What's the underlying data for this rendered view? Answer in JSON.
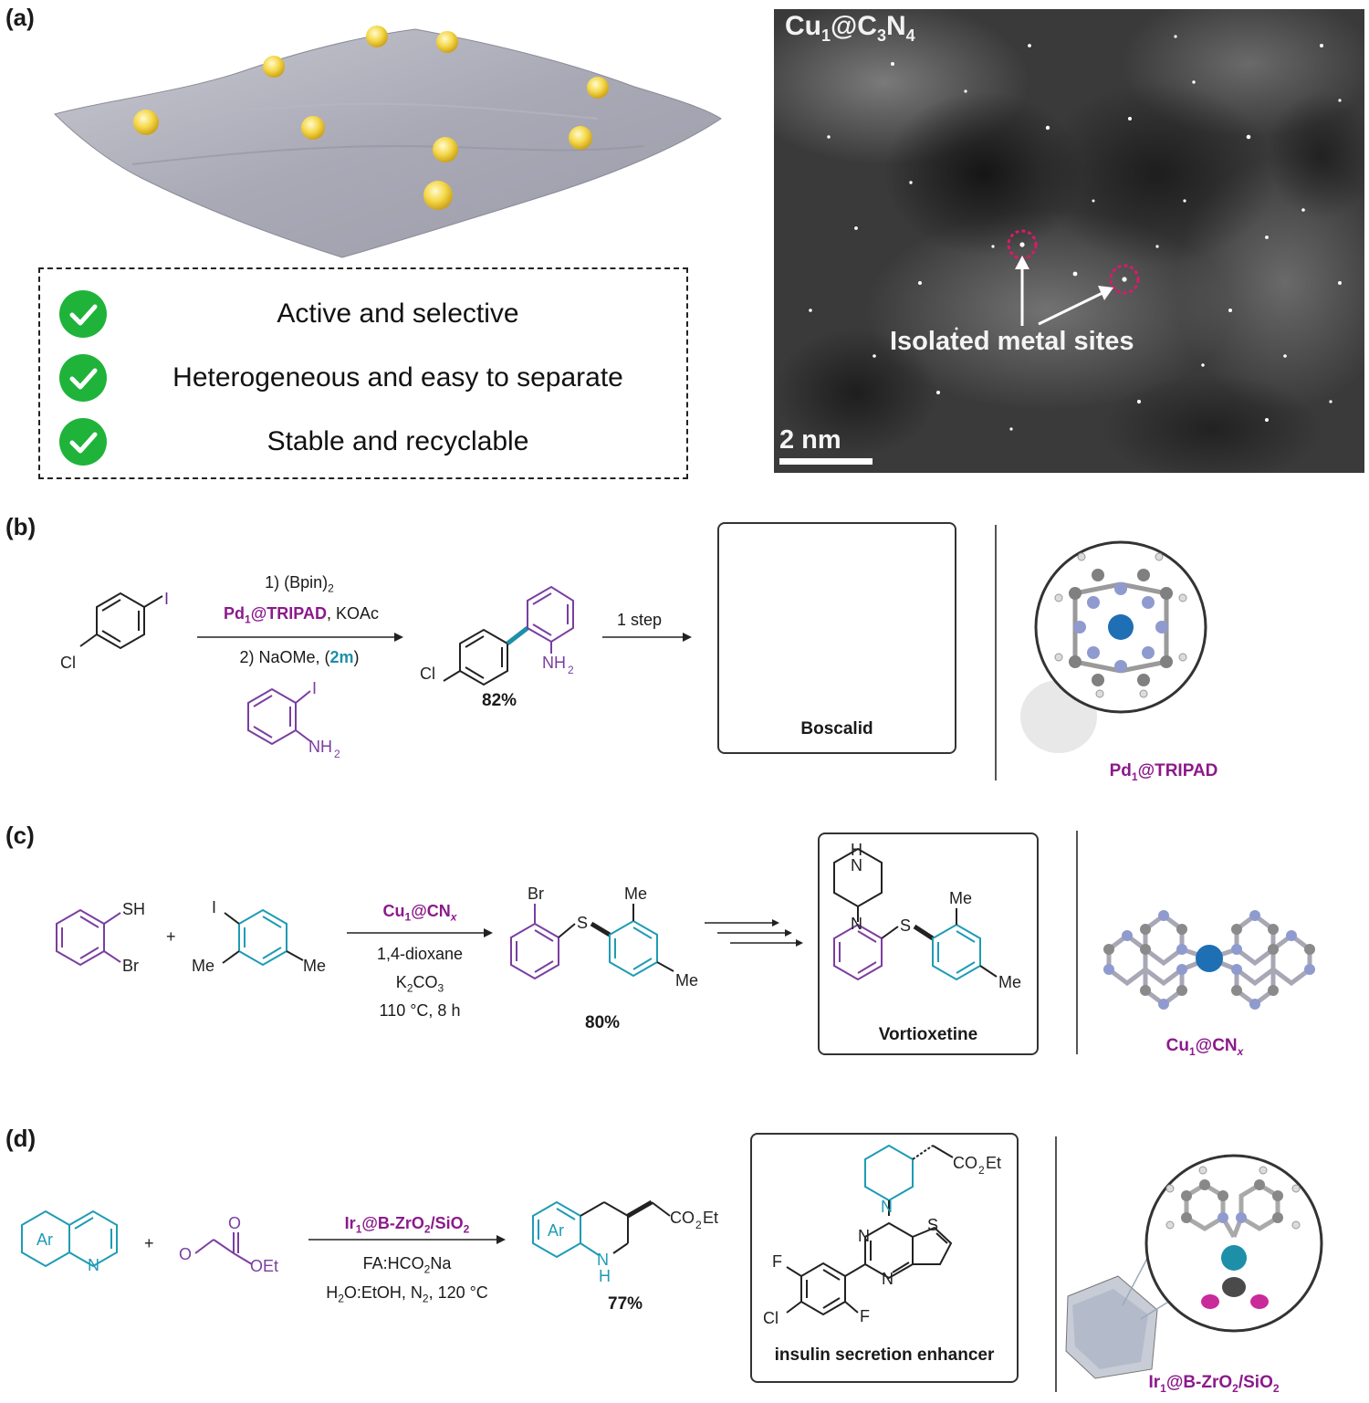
{
  "panels": {
    "a": {
      "label": "(a)",
      "features": [
        "Active and selective",
        "Heterogeneous and easy to separate",
        "Stable and recyclable"
      ],
      "micrograph": {
        "title_main": "Cu",
        "title_sub1": "1",
        "title_mid": "@C",
        "title_sub2": "3",
        "title_mid2": "N",
        "title_sub3": "4",
        "annotation": "Isolated metal sites",
        "scale_bar": "2 nm"
      }
    },
    "b": {
      "label": "(b)",
      "step1": "1) (Bpin)",
      "step1_sub": "2",
      "catalyst_line_main": "Pd",
      "catalyst_line_sub": "1",
      "catalyst_line_rest": "@TRIPAD",
      "catalyst_line_tail": ", KOAc",
      "step2_pre": "2) NaOMe, (",
      "step2_bold": "2m",
      "step2_post": ")",
      "yield": "82%",
      "next_step": "1 step",
      "product": "Boscalid",
      "catalyst_name_main": "Pd",
      "catalyst_name_sub": "1",
      "catalyst_name_rest": "@TRIPAD"
    },
    "c": {
      "label": "(c)",
      "plus": "+",
      "catalyst_main": "Cu",
      "catalyst_sub": "1",
      "catalyst_rest": "@CN",
      "catalyst_x": "x",
      "solvent": "1,4-dioxane",
      "base_pre": "K",
      "base_sub": "2",
      "base_mid": "CO",
      "base_sub2": "3",
      "conditions": "110 °C, 8 h",
      "yield": "80%",
      "product": "Vortioxetine"
    },
    "d": {
      "label": "(d)",
      "plus": "+",
      "catalyst_main": "Ir",
      "catalyst_sub": "1",
      "catalyst_rest": "@B-ZrO",
      "catalyst_sub2": "2",
      "catalyst_rest2": "/SiO",
      "catalyst_sub3": "2",
      "reagent_pre": "FA:HCO",
      "reagent_sub": "2",
      "reagent_post": "Na",
      "solvent_pre": "H",
      "solvent_sub": "2",
      "solvent_post": "O:EtOH, N",
      "solvent_sub2": "2",
      "solvent_tail": ", 120 °C",
      "yield": "77%",
      "product": "insulin secretion enhancer"
    }
  },
  "colors": {
    "purple": "#8b1a8b",
    "violet": "#7a3ea0",
    "teal": "#1e9bb5",
    "check": "#1fb33a"
  }
}
